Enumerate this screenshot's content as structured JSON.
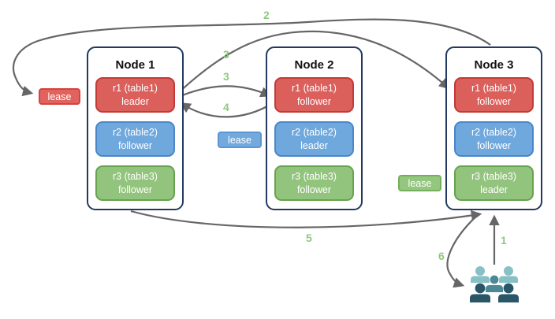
{
  "nodes": [
    {
      "title": "Node 1",
      "replicas": [
        {
          "name": "r1 (table1)",
          "role": "leader",
          "color": "#db5f5b"
        },
        {
          "name": "r2 (table2)",
          "role": "follower",
          "color": "#6fa8dc"
        },
        {
          "name": "r3 (table3)",
          "role": "follower",
          "color": "#93c47d"
        }
      ]
    },
    {
      "title": "Node 2",
      "replicas": [
        {
          "name": "r1 (table1)",
          "role": "follower",
          "color": "#db5f5b"
        },
        {
          "name": "r2 (table2)",
          "role": "leader",
          "color": "#6fa8dc"
        },
        {
          "name": "r3 (table3)",
          "role": "follower",
          "color": "#93c47d"
        }
      ]
    },
    {
      "title": "Node 3",
      "replicas": [
        {
          "name": "r1 (table1)",
          "role": "follower",
          "color": "#db5f5b"
        },
        {
          "name": "r2 (table2)",
          "role": "follower",
          "color": "#6fa8dc"
        },
        {
          "name": "r3 (table3)",
          "role": "leader",
          "color": "#93c47d"
        }
      ]
    }
  ],
  "leases": [
    {
      "label": "lease",
      "color": "#e0635e",
      "attached_to": "r1 leader on Node 1"
    },
    {
      "label": "lease",
      "color": "#72aadd",
      "attached_to": "r2 leader on Node 2"
    },
    {
      "label": "lease",
      "color": "#95c67f",
      "attached_to": "r3 leader on Node 3"
    }
  ],
  "steps": {
    "s1": "1",
    "s2": "2",
    "s3a": "3",
    "s3b": "3",
    "s4": "4",
    "s5": "5",
    "s6": "6"
  },
  "icons": {
    "users": "users-group-icon"
  },
  "colors": {
    "node_border": "#24395e",
    "arrow": "#666666",
    "step_label": "#8fc97e",
    "red_fill": "#db5f5b",
    "red_border": "#c33b36",
    "blue_fill": "#6fa8dc",
    "blue_border": "#4a86c8",
    "green_fill": "#93c47d",
    "green_border": "#66a350",
    "users_light": "#87c1c5",
    "users_mid": "#4b8a94",
    "users_dark": "#2a5668"
  }
}
